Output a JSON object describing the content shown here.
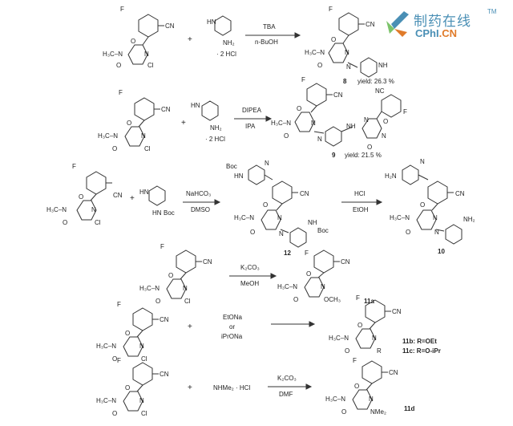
{
  "logo": {
    "name_cn": "制药在线",
    "tm": "TM",
    "name_en_a": "CPhI",
    "name_en_b": ".CN",
    "colors": {
      "primary": "#4a8fb5",
      "accent": "#e07b2a",
      "green": "#7cc36a"
    }
  },
  "reactions": [
    {
      "reagents_top": "TBA",
      "reagents_bottom": "n-BuOH",
      "amine_salt": "· 2 HCl",
      "product_id": "8",
      "yield": "yield: 26.3 %"
    },
    {
      "reagents_top": "DIPEA",
      "reagents_bottom": "IPA",
      "amine_salt": "· 2 HCl",
      "product_id": "9",
      "yield": "yield: 21.5 %"
    },
    {
      "reagents_top": "NaHCO₃",
      "reagents_bottom": "DMSO",
      "intermediate_id": "12",
      "reagents2_top": "HCl",
      "reagents2_bottom": "EtOH",
      "product_id": "10"
    },
    {
      "reagents_top": "K₂CO₃",
      "reagents_bottom": "MeOH",
      "product_id": "11a"
    },
    {
      "reagents_lines": [
        "EtONa",
        "or",
        "iPrONa"
      ],
      "product_ids": [
        "11b: R=OEt",
        "11c: R=O-iPr"
      ]
    },
    {
      "reagent": "NHMe₂ · HCl",
      "reagents_top": "K₂CO₃",
      "reagents_bottom": "DMF",
      "product_id": "11d"
    }
  ],
  "atoms": {
    "F": "F",
    "CN": "CN",
    "NC": "NC",
    "O": "O",
    "N": "N",
    "Cl": "Cl",
    "NH": "NH",
    "H3C": "H₃C",
    "H3C_N": "H₃C–N",
    "HN": "HN",
    "NH2": "NH₂",
    "H2N": "H₂N",
    "Boc": "Boc",
    "HN_Boc": "HN",
    "OCH3": "OCH₃",
    "R": "R",
    "NMe2": "NMe₂",
    "plus": "+"
  }
}
